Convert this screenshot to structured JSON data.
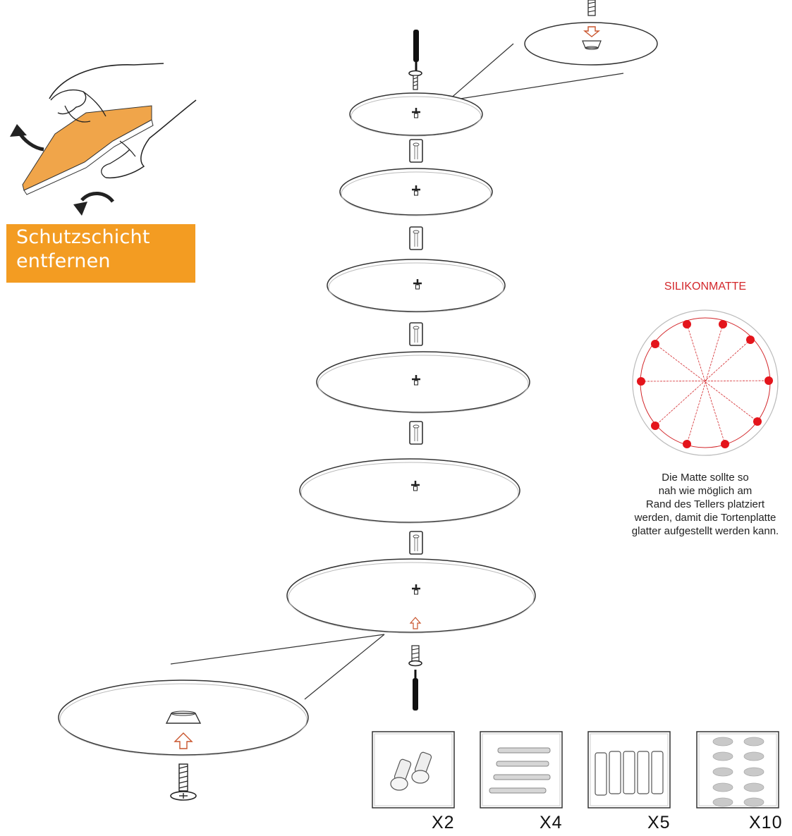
{
  "banner": {
    "line1": "Schutzschicht",
    "line2": "entfernen"
  },
  "silicone_mat": {
    "title": "SILIKONMATTE",
    "note": [
      "Die Matte sollte so",
      "nah wie möglich am",
      "Rand des Tellers platziert",
      "werden, damit die Tortenplatte",
      "glatter aufgestellt werden kann."
    ]
  },
  "parts": [
    {
      "icon": "screw-pair-icon",
      "quantity": "X2"
    },
    {
      "icon": "threaded-rod-icon",
      "quantity": "X4"
    },
    {
      "icon": "spacer-tube-icon",
      "quantity": "X5"
    },
    {
      "icon": "silicone-pad-icon",
      "quantity": "X10"
    }
  ],
  "colors": {
    "banner": "#f39c22",
    "accent_red": "#d3272b",
    "arrow": "#c9542c",
    "line": "#333333"
  },
  "tiers": 6
}
